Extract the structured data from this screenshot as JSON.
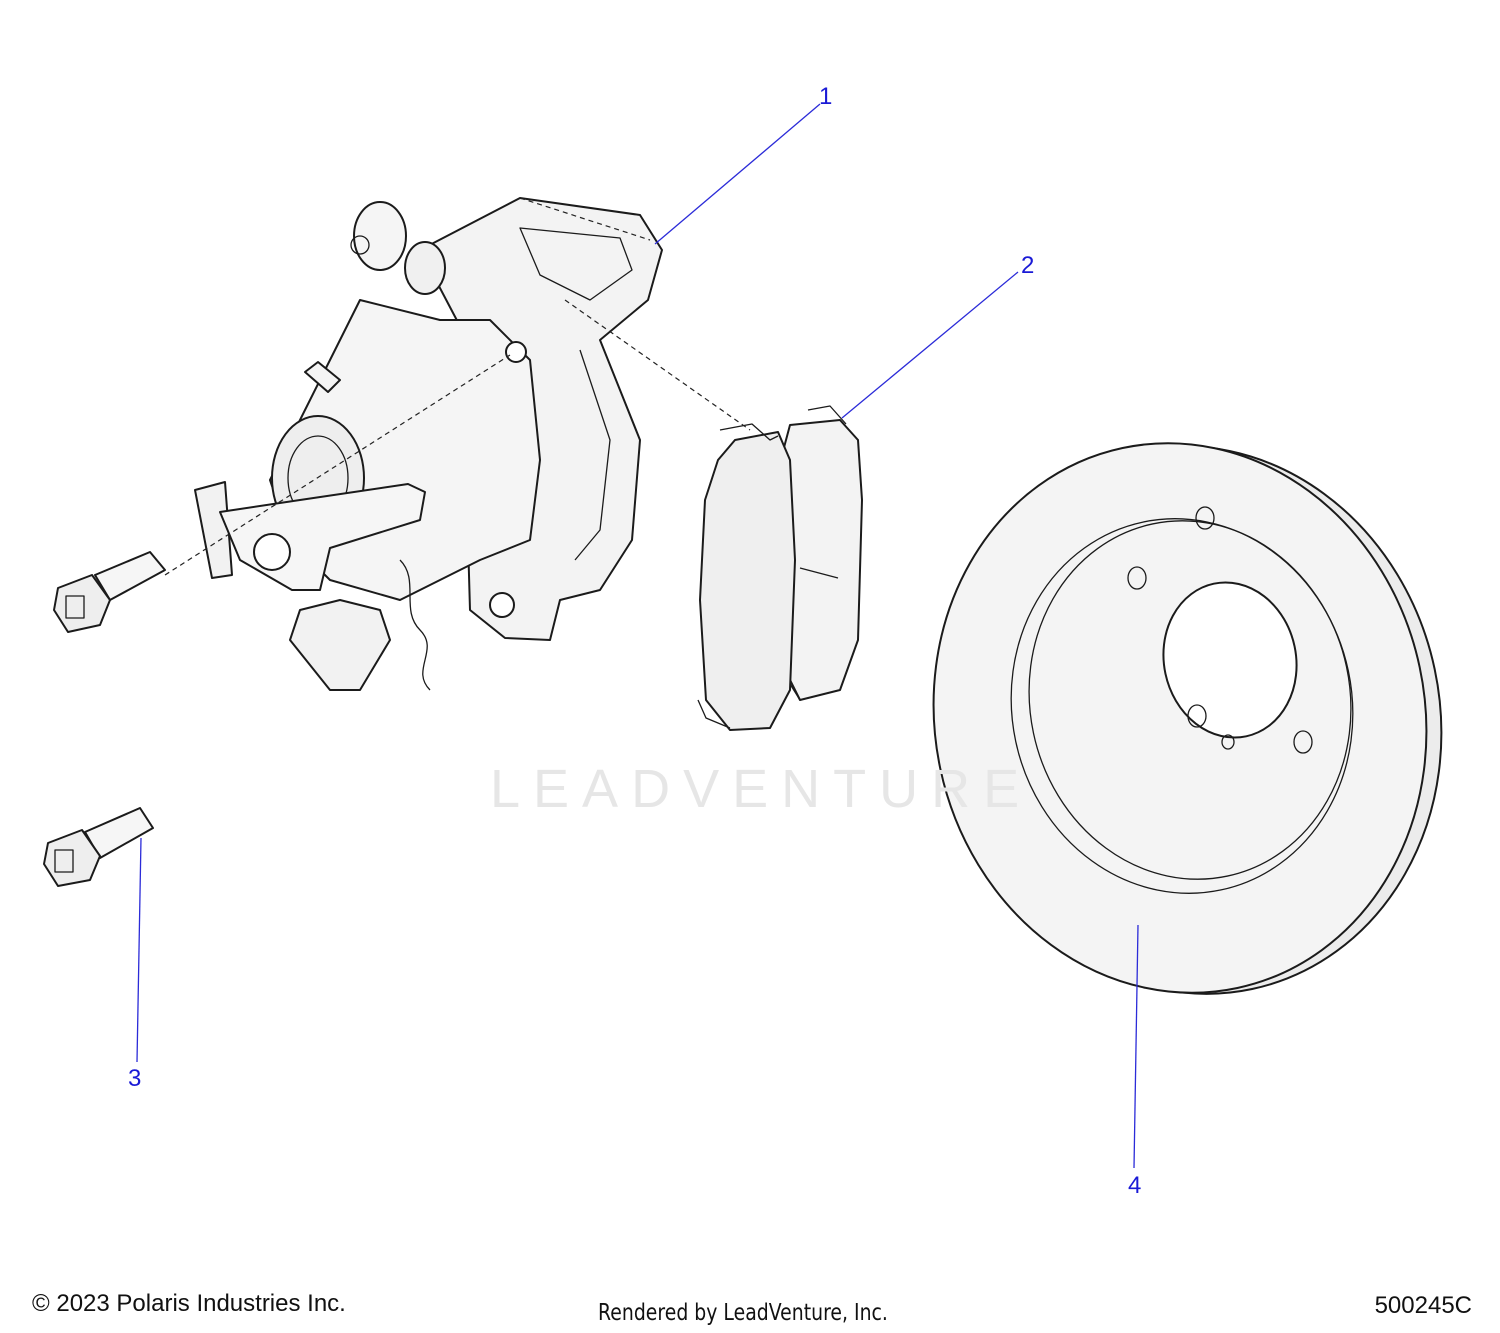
{
  "callouts": [
    {
      "number": "1",
      "part": "brake-caliper-assembly"
    },
    {
      "number": "2",
      "part": "brake-pad-set"
    },
    {
      "number": "3",
      "part": "flange-bolt"
    },
    {
      "number": "4",
      "part": "brake-rotor"
    }
  ],
  "watermark": "LEADVENTURE",
  "footer": {
    "copyright": "© 2023 Polaris Industries Inc.",
    "rendered_by": "Rendered by LeadVenture, Inc.",
    "document_number": "500245C"
  },
  "colors": {
    "callout": "#1a1ad6",
    "part_fill": "#f2f2f2",
    "part_shade": "#dcdcdc",
    "line": "#1b1b1b",
    "watermark": "#e6e6e6"
  }
}
